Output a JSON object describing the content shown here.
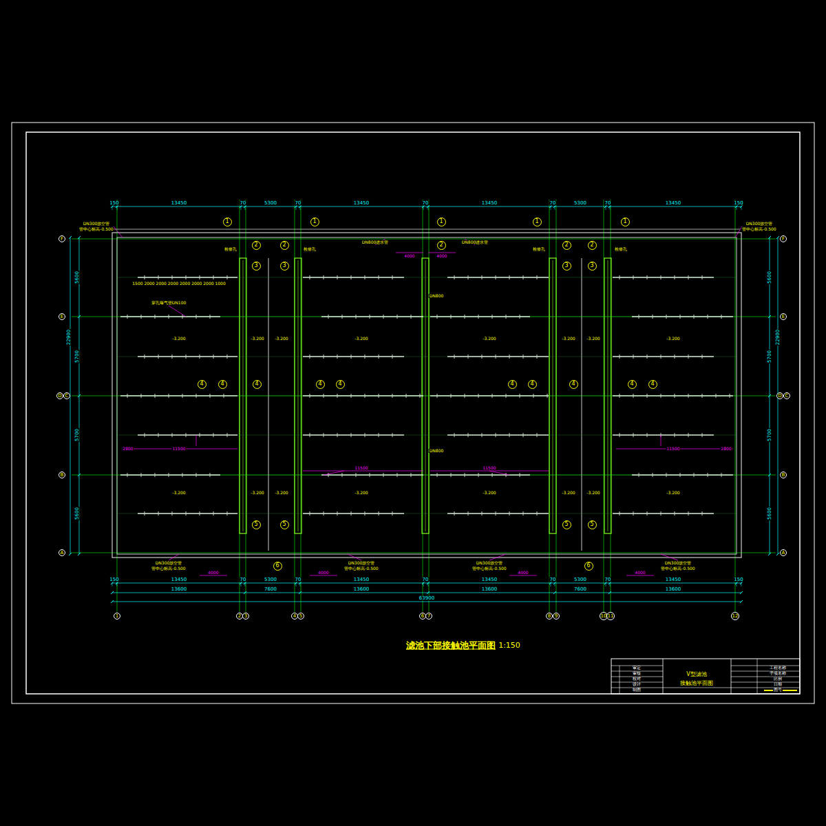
{
  "diagram": {
    "title": "滤池下部接触池平面图",
    "nodes": [
      {
        "text": [
          "F"
        ]
      },
      {
        "text": [
          "E"
        ]
      },
      {
        "text": [
          "D"
        ]
      },
      {
        "text": [
          "C"
        ]
      },
      {
        "text": [
          "B"
        ]
      },
      {
        "text": [
          "A"
        ]
      },
      {
        "text": [
          "F"
        ]
      },
      {
        "text": [
          "E"
        ]
      },
      {
        "text": [
          "D"
        ]
      },
      {
        "text": [
          "C"
        ]
      },
      {
        "text": [
          "B"
        ]
      },
      {
        "text": [
          "A"
        ]
      },
      {
        "text": [
          "1"
        ]
      },
      {
        "text": [
          "2"
        ]
      },
      {
        "text": [
          "3"
        ]
      },
      {
        "text": [
          "4"
        ]
      },
      {
        "text": [
          "5"
        ]
      },
      {
        "text": [
          "6"
        ]
      },
      {
        "text": [
          "7"
        ]
      },
      {
        "text": [
          "8"
        ]
      },
      {
        "text": [
          "9"
        ]
      },
      {
        "text": [
          "10"
        ]
      },
      {
        "text": [
          "11"
        ]
      },
      {
        "text": [
          "12"
        ]
      },
      {
        "text": [
          "1"
        ]
      },
      {
        "text": [
          "1"
        ]
      },
      {
        "text": [
          "1"
        ]
      },
      {
        "text": [
          "1"
        ]
      },
      {
        "text": [
          "1"
        ]
      },
      {
        "text": [
          "2"
        ]
      },
      {
        "text": [
          "2"
        ]
      },
      {
        "text": [
          "2"
        ]
      },
      {
        "text": [
          "2"
        ]
      },
      {
        "text": [
          "2"
        ]
      },
      {
        "text": [
          "3"
        ]
      },
      {
        "text": [
          "3"
        ]
      },
      {
        "text": [
          "3"
        ]
      },
      {
        "text": [
          "3"
        ]
      },
      {
        "text": [
          "4"
        ]
      },
      {
        "text": [
          "4"
        ]
      },
      {
        "text": [
          "4"
        ]
      },
      {
        "text": [
          "4"
        ]
      },
      {
        "text": [
          "4"
        ]
      },
      {
        "text": [
          "4"
        ]
      },
      {
        "text": [
          "4"
        ]
      },
      {
        "text": [
          "4"
        ]
      },
      {
        "text": [
          "4"
        ]
      },
      {
        "text": [
          "4"
        ]
      },
      {
        "text": [
          "5"
        ]
      },
      {
        "text": [
          "5"
        ]
      },
      {
        "text": [
          "5"
        ]
      },
      {
        "text": [
          "5"
        ]
      },
      {
        "text": [
          "6"
        ]
      },
      {
        "text": [
          "6"
        ]
      }
    ],
    "labels": [
      "1:150",
      "150",
      "13450",
      "70",
      "5300",
      "70",
      "13450",
      "70",
      "13450",
      "70",
      "5300",
      "70",
      "13450",
      "150",
      "150",
      "13450",
      "70",
      "5300",
      "70",
      "13450",
      "70",
      "13450",
      "70",
      "5300",
      "70",
      "13450",
      "150",
      "13600",
      "7600",
      "13600",
      "13600",
      "7600",
      "13600",
      "63900",
      "5600",
      "5700",
      "5700",
      "5600",
      "22900",
      "5600",
      "5700",
      "5700",
      "5600",
      "22900",
      "DN300放空管",
      "管中心标高-0.500",
      "DN300放空管",
      "管中心标高-0.500",
      "DN800进水管",
      "DN800进水管",
      "检修孔",
      "检修孔",
      "检修孔",
      "检修孔",
      "穿孔曝气管DN100",
      "1500 2000 2000 2000 2000 2000 2000 1000",
      "DN800",
      "DN800",
      "-3.200",
      "-3.200",
      "-3.200",
      "-3.200",
      "-3.200",
      "-3.200",
      "-3.200",
      "-3.200",
      "-3.200",
      "-3.200",
      "-3.200",
      "-3.200",
      "-3.200",
      "-3.200",
      "-3.200",
      "-3.200",
      "4000",
      "4000",
      "2800",
      "11500",
      "11500",
      "11500",
      "11500",
      "2800",
      "DN300放空管",
      "管中心标高-0.500",
      "DN300放空管",
      "管中心标高-0.500",
      "DN300放空管",
      "管中心标高-0.500",
      "DN300放空管",
      "管中心标高-0.500",
      "4000",
      "4000",
      "4000",
      "4000",
      "V型滤池",
      "接触池平面图",
      "审定",
      "审核",
      "校对",
      "设计",
      "制图",
      "工程名称",
      "子项名称",
      "比例",
      "日期",
      "图号"
    ]
  }
}
